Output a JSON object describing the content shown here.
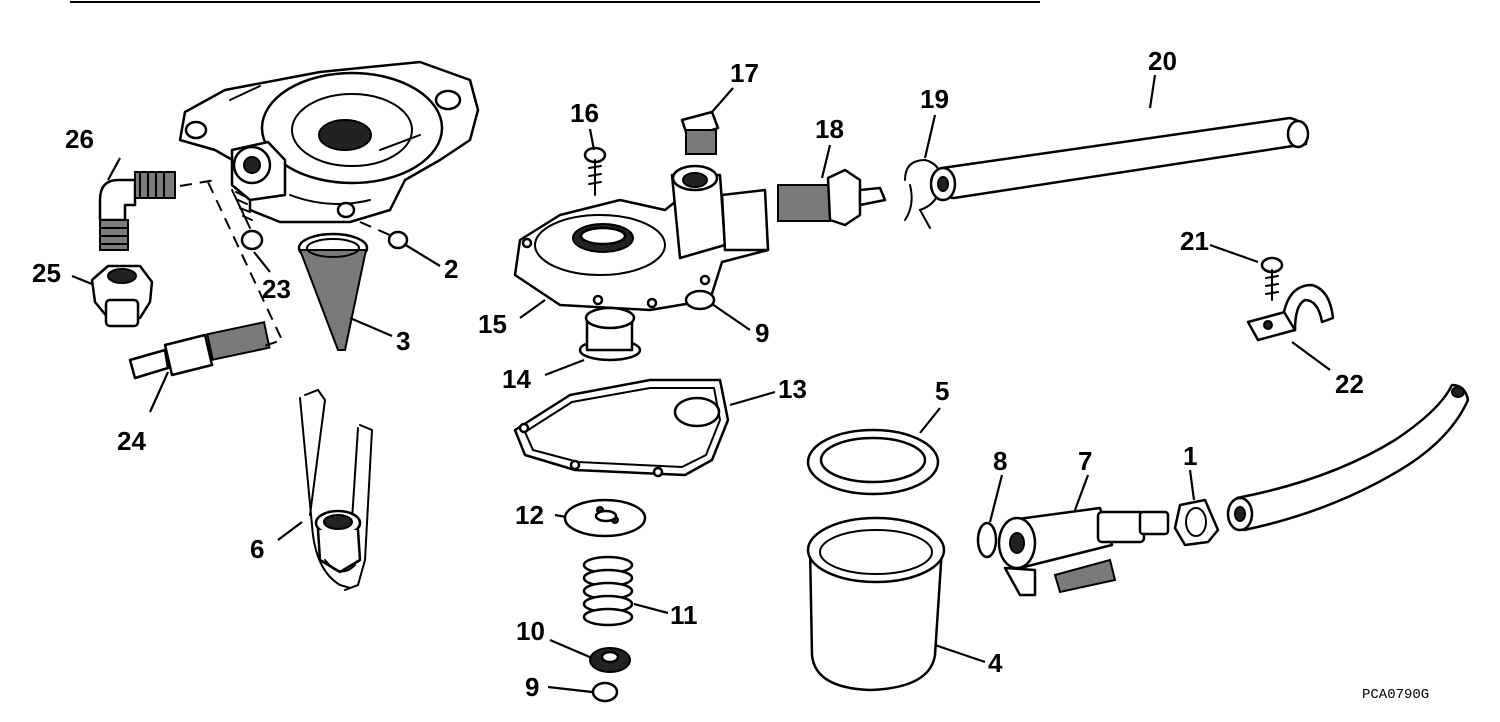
{
  "diagram": {
    "figure_code": "PCA0790G",
    "callouts": {
      "c1": "1",
      "c2": "2",
      "c3": "3",
      "c4": "4",
      "c5": "5",
      "c6": "6",
      "c7": "7",
      "c8": "8",
      "c9a": "9",
      "c9b": "9",
      "c10": "10",
      "c11": "11",
      "c12": "12",
      "c13": "13",
      "c14": "14",
      "c15": "15",
      "c16": "16",
      "c17": "17",
      "c18": "18",
      "c19": "19",
      "c20": "20",
      "c21": "21",
      "c22": "22",
      "c23": "23",
      "c24": "24",
      "c25": "25",
      "c26": "26"
    }
  }
}
